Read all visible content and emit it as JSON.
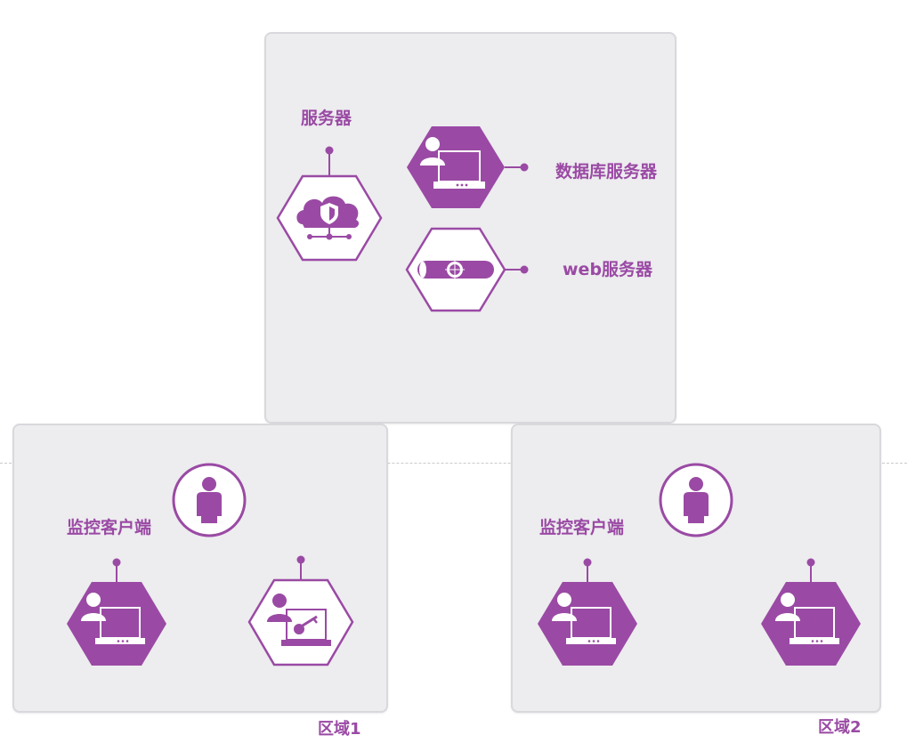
{
  "server_area": {
    "label_server": "服务器",
    "label_database_server": "数据库服务器",
    "label_web_server": "web服务器"
  },
  "zone1": {
    "client_label": "监控客户端",
    "zone_label": "区域1"
  },
  "zone2": {
    "client_label": "监控客户端",
    "zone_label": "区域2"
  },
  "colors": {
    "accent": "#9a4aa4",
    "panel_bg": "#edecef"
  },
  "icons": [
    "cloud-shield-icon",
    "user-computer-icon",
    "web-server-icon",
    "user-icon",
    "user-key-computer-icon"
  ]
}
